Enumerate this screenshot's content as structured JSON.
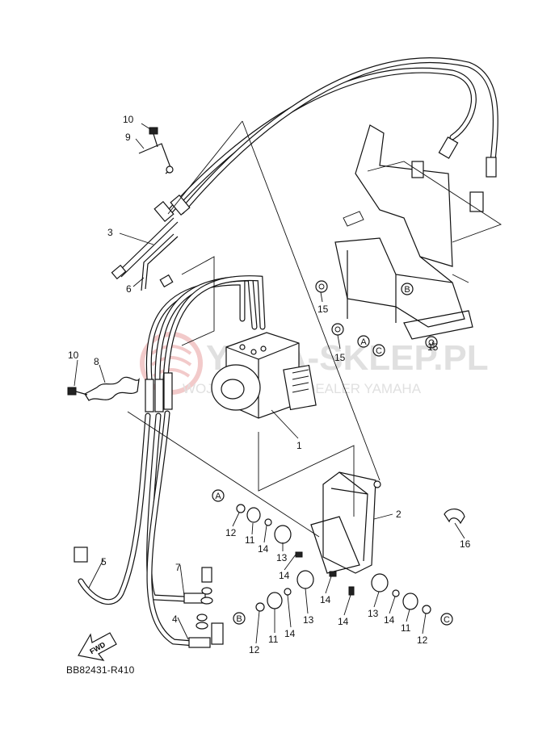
{
  "diagram_code": "BB82431-R410",
  "watermark": {
    "brand": "YAMA-SKLEP.PL",
    "tagline": "WOJCIECHOWSKI DEALER YAMAHA",
    "color": "#e9a0a0"
  },
  "fwd_label": "FWD",
  "callouts": [
    {
      "id": "c10a",
      "text": "10"
    },
    {
      "id": "c9",
      "text": "9"
    },
    {
      "id": "c3",
      "text": "3"
    },
    {
      "id": "c6",
      "text": "6"
    },
    {
      "id": "c10b",
      "text": "10"
    },
    {
      "id": "c8",
      "text": "8"
    },
    {
      "id": "c1",
      "text": "1"
    },
    {
      "id": "c15a",
      "text": "15"
    },
    {
      "id": "c15b",
      "text": "15"
    },
    {
      "id": "c15c",
      "text": "15"
    },
    {
      "id": "c2",
      "text": "2"
    },
    {
      "id": "c16",
      "text": "16"
    },
    {
      "id": "c12a",
      "text": "12"
    },
    {
      "id": "c11a",
      "text": "11"
    },
    {
      "id": "c14a",
      "text": "14"
    },
    {
      "id": "c13a",
      "text": "13"
    },
    {
      "id": "c14b",
      "text": "14"
    },
    {
      "id": "c14c",
      "text": "14"
    },
    {
      "id": "c13b",
      "text": "13"
    },
    {
      "id": "c14d",
      "text": "14"
    },
    {
      "id": "c11b",
      "text": "11"
    },
    {
      "id": "c12b",
      "text": "12"
    },
    {
      "id": "c14e",
      "text": "14"
    },
    {
      "id": "c13c",
      "text": "13"
    },
    {
      "id": "c14f",
      "text": "14"
    },
    {
      "id": "c11c",
      "text": "11"
    },
    {
      "id": "c12c",
      "text": "12"
    },
    {
      "id": "c5",
      "text": "5"
    },
    {
      "id": "c7",
      "text": "7"
    },
    {
      "id": "c4",
      "text": "4"
    }
  ],
  "reference_marks": [
    {
      "id": "mB1",
      "text": "B"
    },
    {
      "id": "mA1",
      "text": "A"
    },
    {
      "id": "mC1",
      "text": "C"
    },
    {
      "id": "mA2",
      "text": "A"
    },
    {
      "id": "mB2",
      "text": "B"
    },
    {
      "id": "mC2",
      "text": "C"
    }
  ]
}
